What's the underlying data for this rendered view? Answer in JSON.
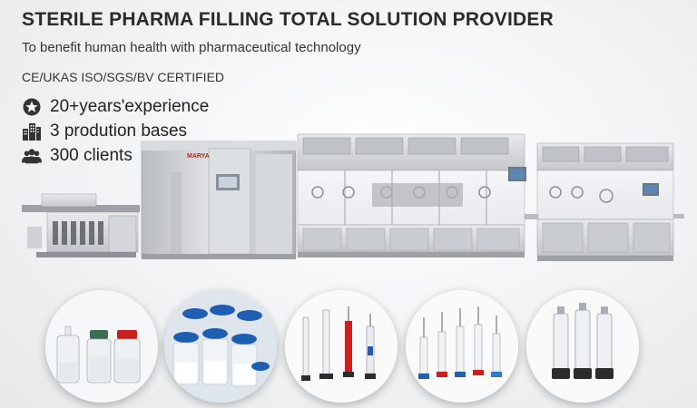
{
  "headline": "STERILE PHARMA FILLING TOTAL SOLUTION PROVIDER",
  "tagline": "To benefit human health with pharmaceutical technology",
  "certification": "CE/UKAS ISO/SGS/BV CERTIFIED",
  "stats": [
    {
      "icon": "star-icon",
      "text": "20+years'experience"
    },
    {
      "icon": "buildings-icon",
      "text": "3 prodution bases"
    },
    {
      "icon": "people-icon",
      "text": "300 clients"
    }
  ],
  "brand_logo": "MARYA",
  "products": [
    {
      "name": "vials-product"
    },
    {
      "name": "powder-vials-product"
    },
    {
      "name": "prefilled-syringes-product"
    },
    {
      "name": "syringes-product"
    },
    {
      "name": "cartridges-product"
    }
  ],
  "colors": {
    "accent_red": "#c8201c",
    "steel": "#c9ccd0",
    "dark_text": "#2b2b2b"
  }
}
